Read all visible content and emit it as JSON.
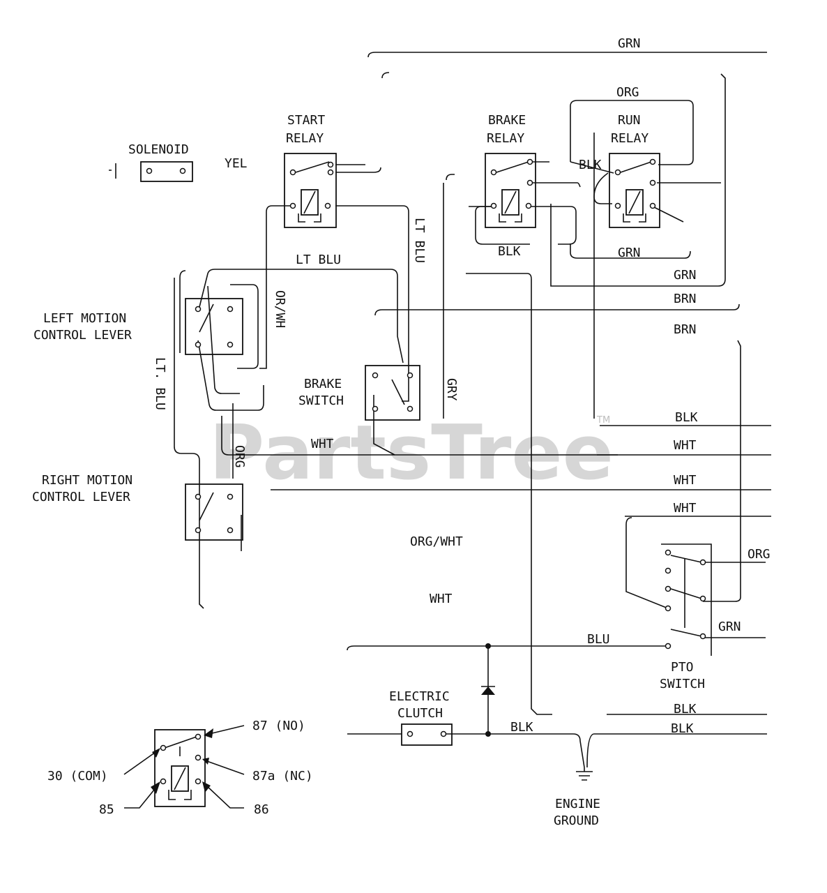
{
  "wire_labels": {
    "grn_top": "GRN",
    "org_top": "ORG",
    "blk_brake_run": "BLK",
    "yel": "YEL",
    "lt_blu_top": "LT BLU",
    "lt_blu_vert": "LT BLU",
    "lt_blu_left": "LT. BLU",
    "or_wh": "OR/WH",
    "blk_brake_relay": "BLK",
    "grn_run_relay": "GRN",
    "grn_right": "GRN",
    "brn_1": "BRN",
    "brn_2": "BRN",
    "gry": "GRY",
    "wht_brake": "WHT",
    "org_right_lever": "ORG",
    "blk_right": "BLK",
    "wht_1": "WHT",
    "wht_2": "WHT",
    "wht_3": "WHT",
    "org_wht": "ORG/WHT",
    "wht_mid": "WHT",
    "org_pto": "ORG",
    "grn_pto": "GRN",
    "blu": "BLU",
    "blk_bottom_1": "BLK",
    "blk_bottom_2": "BLK",
    "blk_clutch": "BLK"
  },
  "components": {
    "solenoid": "SOLENOID",
    "start_relay": [
      "START",
      "RELAY"
    ],
    "brake_relay": [
      "BRAKE",
      "RELAY"
    ],
    "run_relay": [
      "RUN",
      "RELAY"
    ],
    "left_lever": [
      "LEFT MOTION",
      "CONTROL LEVER"
    ],
    "right_lever": [
      "RIGHT MOTION",
      "CONTROL LEVER"
    ],
    "brake_switch": [
      "BRAKE",
      "SWITCH"
    ],
    "pto_switch": [
      "PTO",
      "SWITCH"
    ],
    "electric_clutch": [
      "ELECTRIC",
      "CLUTCH"
    ],
    "engine_ground": [
      "ENGINE",
      "GROUND"
    ]
  },
  "relay_legend": {
    "t87": "87 (NO)",
    "t30": "30 (COM)",
    "t87a": "87a (NC)",
    "t85": "85",
    "t86": "86"
  },
  "watermark": {
    "text": "PartsTree",
    "tm": "TM"
  }
}
